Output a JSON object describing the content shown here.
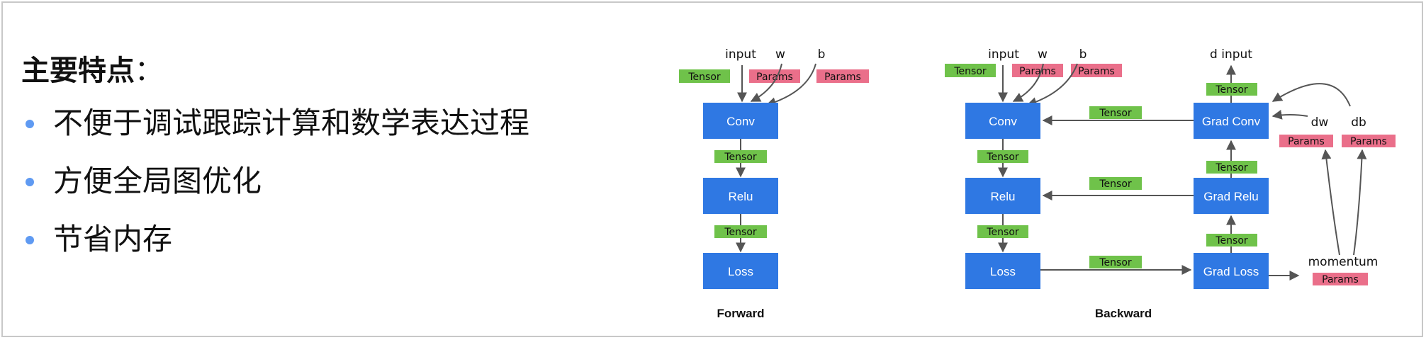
{
  "left": {
    "title": "主要特点",
    "title_colon": "：",
    "features": [
      "不便于调试跟踪计算和数学表达过程",
      "方便全局图优化",
      "节省内存"
    ]
  },
  "diagram": {
    "forward": {
      "caption": "Forward",
      "inputs": {
        "input": "input",
        "w": "w",
        "b": "b"
      },
      "nodes": {
        "conv": "Conv",
        "relu": "Relu",
        "loss": "Loss"
      }
    },
    "backward": {
      "caption": "Backward",
      "inputs": {
        "input": "input",
        "w": "w",
        "b": "b"
      },
      "nodes": {
        "conv": "Conv",
        "relu": "Relu",
        "loss": "Loss",
        "grad_conv": "Grad Conv",
        "grad_relu": "Grad Relu",
        "grad_loss": "Grad Loss"
      },
      "outputs": {
        "d_input": "d input",
        "dw": "dw",
        "db": "db",
        "momentum": "momentum"
      }
    },
    "tags": {
      "tensor": "Tensor",
      "params": "Params"
    },
    "colors": {
      "node": "#2f78e3",
      "tensor": "#6fc24a",
      "params": "#ea6f8a",
      "bullet": "#5f9af2"
    }
  }
}
